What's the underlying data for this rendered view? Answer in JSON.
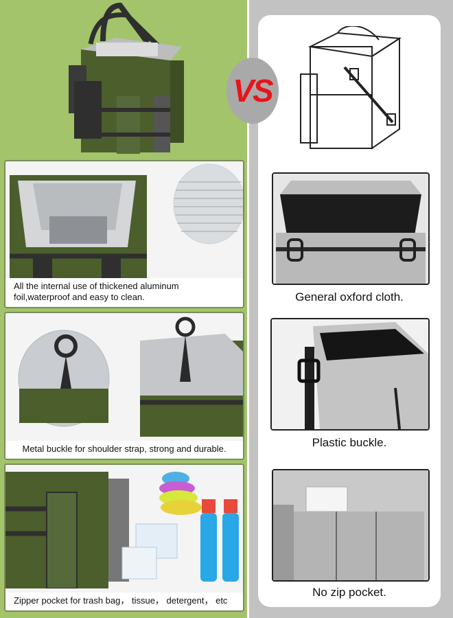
{
  "vs_label": "VS",
  "left_panels": [
    {
      "caption": "All the internal use of thickened aluminum foil,waterproof and easy to clean."
    },
    {
      "caption": "Metal buckle for shoulder strap, strong and durable."
    },
    {
      "caption": "Zipper pocket for trash bag， tissue， detergent， etc"
    }
  ],
  "right_captions": [
    "General oxford cloth.",
    "Plastic buckle.",
    "No zip pocket."
  ],
  "colors": {
    "green_bg": "#a3c46a",
    "bag_green": "#4b5e2c",
    "vs_red": "#e8131b",
    "gray_bg": "#c2c2c2"
  }
}
